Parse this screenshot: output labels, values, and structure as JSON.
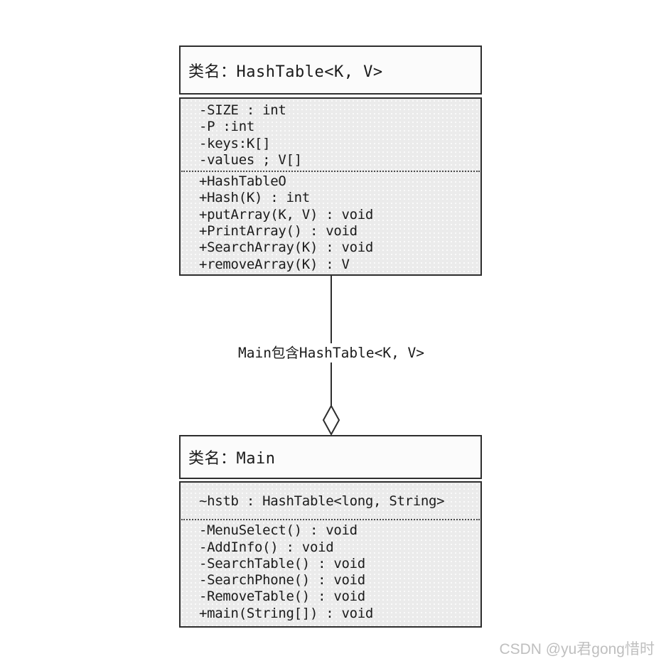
{
  "classes": [
    {
      "name": "HashTable",
      "title": "类名：HashTable<K, V>",
      "attributes": [
        "-SIZE : int",
        "-P :int",
        "-keys:K[]",
        "-values ; V[]"
      ],
      "methods": [
        "+HashTableO",
        "+Hash(K) : int",
        "+putArray(K, V) : void",
        "+PrintArray() : void",
        "+SearchArray(K) : void",
        "+removeArray(K) : V"
      ]
    },
    {
      "name": "Main",
      "title": "类名：Main",
      "attributes": [
        "~hstb : HashTable<long, String>"
      ],
      "methods": [
        "-MenuSelect() : void",
        "-AddInfo() : void",
        "-SearchTable() : void",
        "-SearchPhone() : void",
        "-RemoveTable() : void",
        "+main(String[]) : void"
      ]
    }
  ],
  "relationship": {
    "label": "Main包含HashTable<K, V>",
    "marker": "open-diamond-aggregation"
  },
  "watermark": {
    "text": "CSDN @yu君gong惜时"
  },
  "colors": {
    "border": "#2e2e2e",
    "body_bg": "#ebebeb",
    "title_bg": "#fbfbfb",
    "text": "#1b1b1b",
    "watermark": "#bfbfbf",
    "canvas_bg": "#ffffff"
  }
}
